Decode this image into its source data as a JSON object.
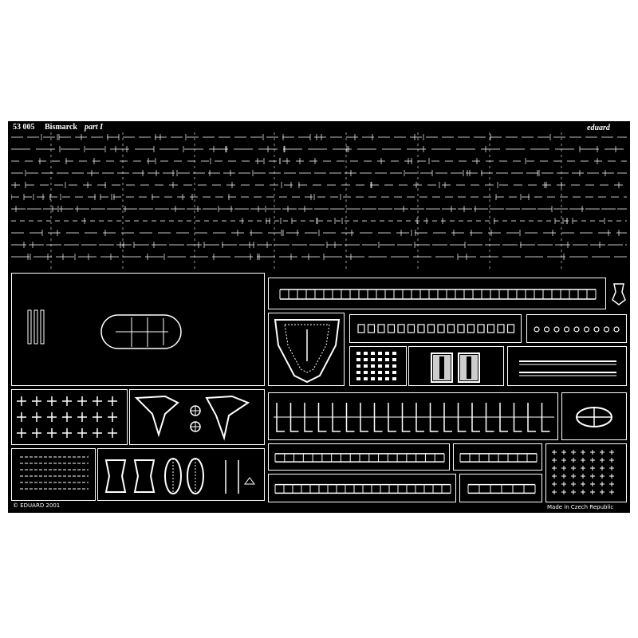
{
  "header": {
    "code": "53 005",
    "ship": "Bismarck",
    "part": "part I",
    "brand": "eduard"
  },
  "footer": {
    "copyright": "© EDUARD 2001",
    "origin": "Made in Czech Republic"
  },
  "colors": {
    "fret": "#000000",
    "etch": "#ffffff",
    "background": "#ffffff"
  }
}
